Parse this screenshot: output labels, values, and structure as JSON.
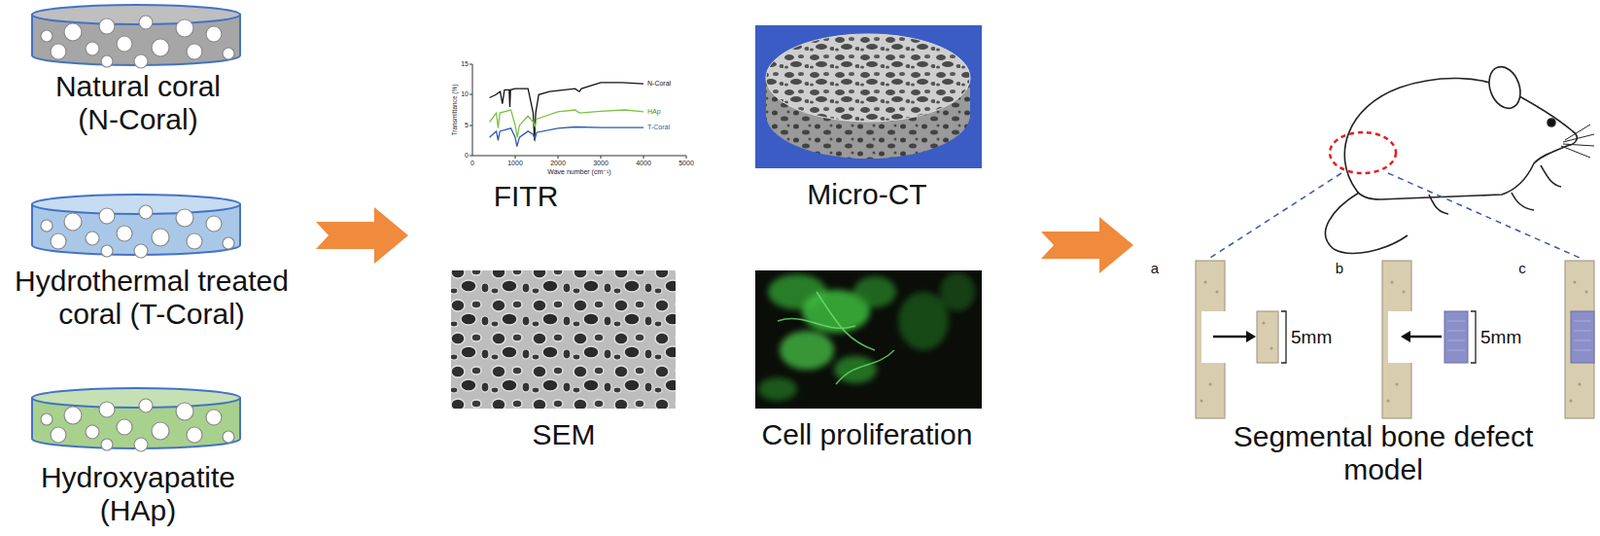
{
  "diagram": {
    "nodes": [
      {
        "text": [
          "Natural coral (N-Coral)"
        ]
      },
      {
        "text": [
          "Hydrothermal treated coral (T-Coral)"
        ]
      },
      {
        "text": [
          "Hydroxyapatite (HAp)"
        ]
      },
      {
        "text": [
          "FITR"
        ]
      },
      {
        "text": [
          "Micro-CT"
        ]
      },
      {
        "text": [
          "SEM"
        ]
      },
      {
        "text": [
          "Cell proliferation"
        ]
      },
      {
        "text": [
          "Segmental bone defect model"
        ]
      }
    ],
    "labels": [
      "15",
      "10",
      "5",
      "0",
      "0",
      "1000",
      "2000",
      "3000",
      "4000",
      "5000",
      "Transmittance (%)",
      "Wave number (cm⁻¹)",
      "N-Coral",
      "HAp",
      "T-Coral",
      "a",
      "5mm",
      "b",
      "5mm",
      "c"
    ]
  }
}
